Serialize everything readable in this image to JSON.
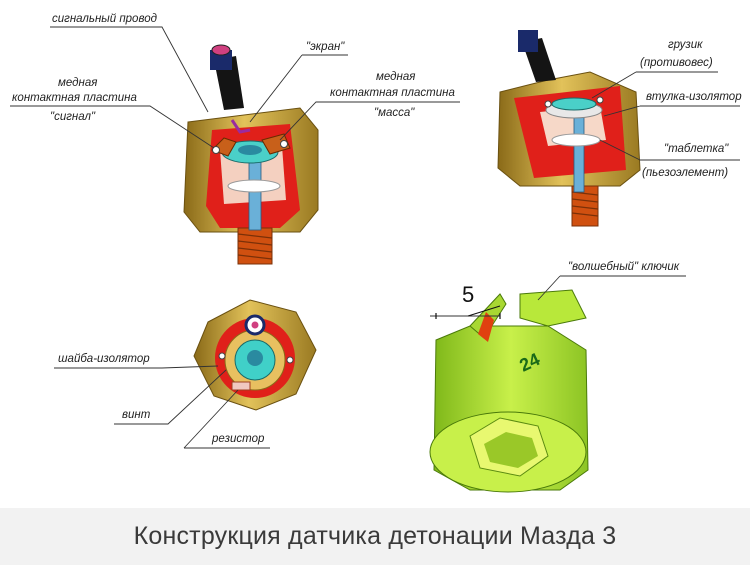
{
  "caption": "Конструкция датчика детонации Мазда 3",
  "labels": {
    "signal_wire": "сигнальный провод",
    "screen": "\"экран\"",
    "copper_plate_signal_l1": "медная",
    "copper_plate_signal_l2": "контактная пластина",
    "copper_plate_signal_l3": "\"сигнал\"",
    "copper_plate_mass_l1": "медная",
    "copper_plate_mass_l2": "контактная пластина",
    "copper_plate_mass_l3": "\"масса\"",
    "weight_l1": "грузик",
    "weight_l2": "(противовес)",
    "sleeve_insulator": "втулка-изолятор",
    "tablet_l1": "\"таблетка\"",
    "tablet_l2": "(пьезоэлемент)",
    "washer_insulator": "шайба-изолятор",
    "screw": "винт",
    "resistor": "резистор",
    "magic_key": "\"волшебный\" ключик",
    "dimension": "5",
    "key_size": "24"
  },
  "colors": {
    "brass": "#c9a23a",
    "insulator_red": "#e0201a",
    "key_green": "#b8e83a",
    "wire_navy": "#1a2a6a"
  }
}
